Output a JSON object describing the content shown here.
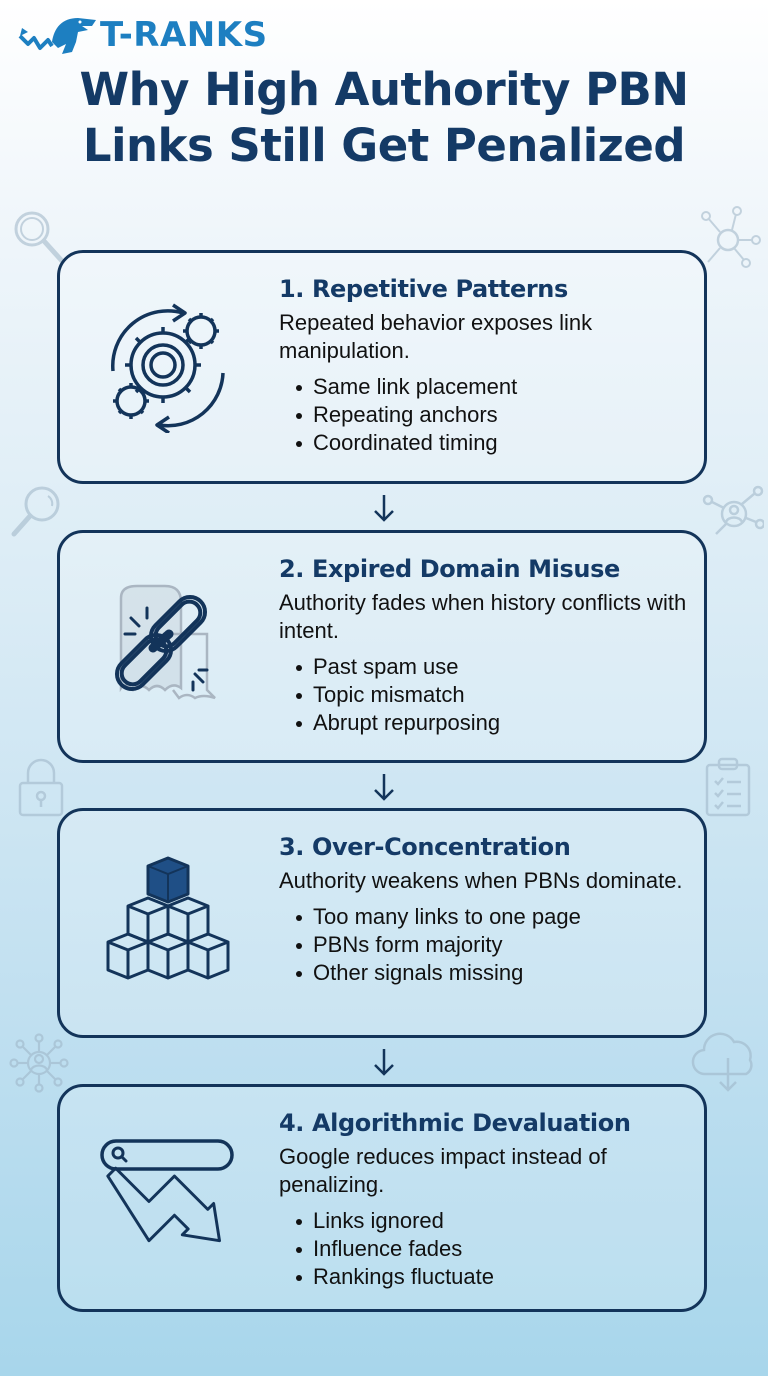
{
  "brand": {
    "name": "T-RANKS",
    "color": "#1d7fc1"
  },
  "title": {
    "line1": "Why High Authority PBN",
    "line2": "Links Still Get Penalized",
    "color": "#143a66"
  },
  "cards": [
    {
      "heading": "1. Repetitive Patterns",
      "description": "Repeated behavior exposes link manipulation.",
      "icon": "gears-cycle-icon",
      "bullets": [
        "Same link placement",
        "Repeating anchors",
        "Coordinated timing"
      ]
    },
    {
      "heading": "2. Expired Domain Misuse",
      "description": "Authority fades when history conflicts with intent.",
      "icon": "broken-chain-link-icon",
      "bullets": [
        "Past spam use",
        "Topic mismatch",
        "Abrupt repurposing"
      ]
    },
    {
      "heading": "3. Over-Concentration",
      "description": "Authority weakens when PBNs dominate.",
      "icon": "cube-pyramid-icon",
      "bullets": [
        "Too many links to one page",
        "PBNs form majority",
        "Other signals missing"
      ]
    },
    {
      "heading": "4. Algorithmic Devaluation",
      "description": "Google reduces impact instead of penalizing.",
      "icon": "search-trend-down-icon",
      "bullets": [
        "Links ignored",
        "Influence fades",
        "Rankings fluctuate"
      ]
    }
  ],
  "connectors": [
    "down-arrow",
    "down-arrow",
    "down-arrow"
  ],
  "decorations": [
    "magnifier-icon",
    "network-nodes-icon",
    "magnifier-icon",
    "user-network-icon",
    "padlock-icon",
    "clipboard-checklist-icon",
    "user-hub-icon",
    "cloud-download-icon"
  ],
  "colors": {
    "navy": "#143a66",
    "border": "#13345a",
    "text": "#111111"
  }
}
